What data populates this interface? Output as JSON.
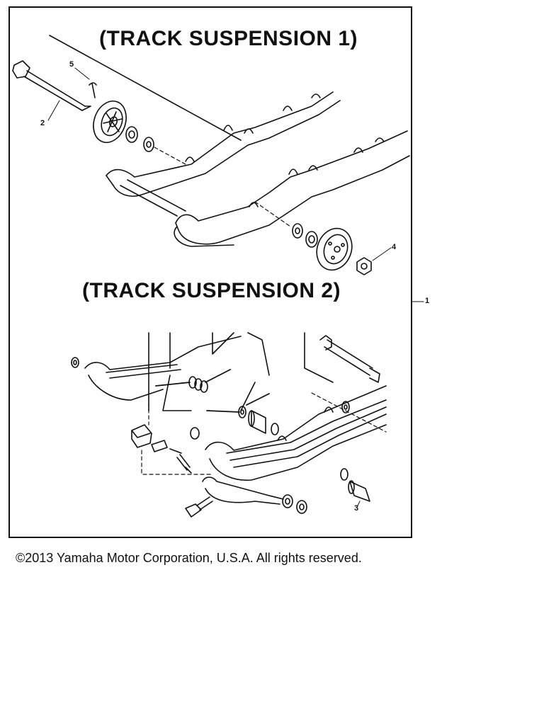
{
  "diagram": {
    "title_1": "(TRACK SUSPENSION 1)",
    "title_2": "(TRACK SUSPENSION 2)",
    "callouts": {
      "c1": "1",
      "c2": "2",
      "c3": "3",
      "c4": "4",
      "c5": "5"
    }
  },
  "footer": {
    "copyright": "©2013 Yamaha Motor Corporation, U.S.A. All rights reserved."
  },
  "colors": {
    "ink": "#111111",
    "paper": "#ffffff"
  }
}
